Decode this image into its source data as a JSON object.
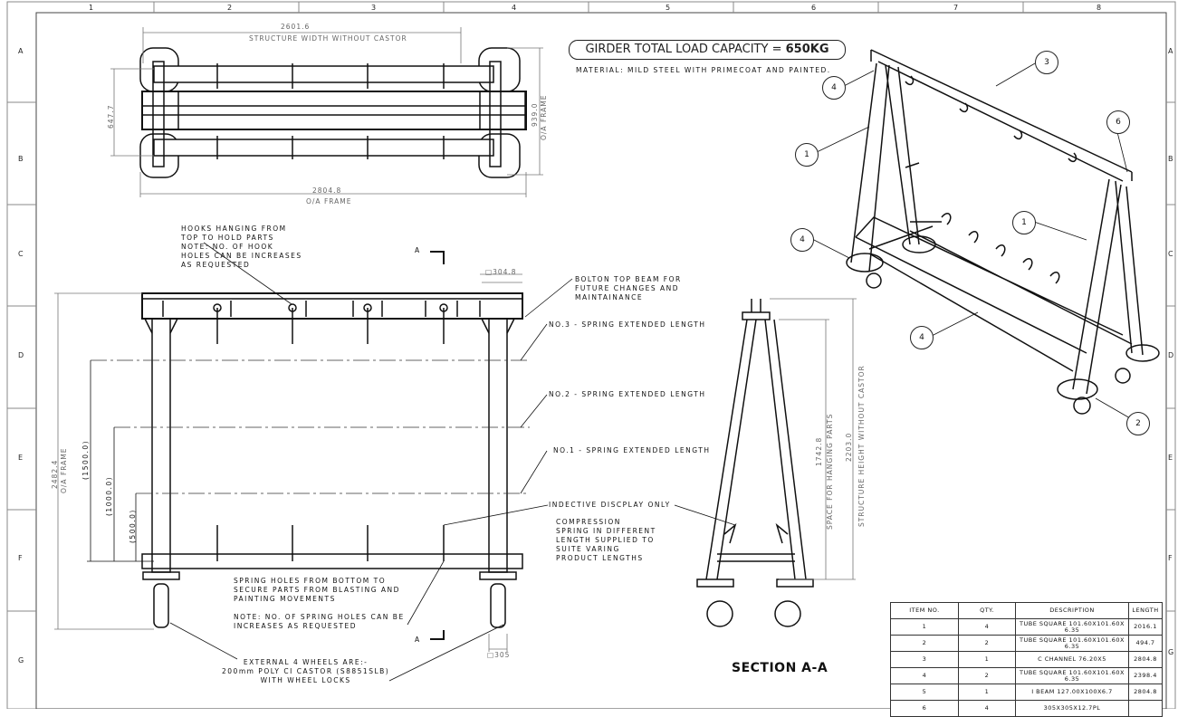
{
  "zones": {
    "columns": [
      "1",
      "2",
      "3",
      "4",
      "5",
      "6",
      "7",
      "8"
    ],
    "rows": [
      "A",
      "B",
      "C",
      "D",
      "E",
      "F",
      "G"
    ]
  },
  "header": {
    "load_label": "GIRDER TOTAL LOAD CAPACITY =",
    "load_value": "650KG",
    "material": "MATERIAL: MILD STEEL WITH PRIMECOAT AND PAINTED."
  },
  "top_view": {
    "width_dim": "2601.6",
    "width_label": "STRUCTURE WIDTH WITHOUT CASTOR",
    "frame_dim": "2804.8",
    "frame_label": "O/A FRAME",
    "depth_dim": "647.7",
    "depth_frame_dim": "939.0",
    "depth_frame_label": "O/A FRAME"
  },
  "front_view": {
    "height_dim": "2482.4",
    "height_label": "O/A FRAME",
    "spring_dims": [
      "(1500.0)",
      "(1000.0)",
      "(500.0)"
    ],
    "beam_dim": "□304.8",
    "base_dim": "□305",
    "section_marker": "A",
    "notes": {
      "hooks": "HOOKS HANGING FROM\nTOP TO HOLD PARTS\nNOTE: NO. OF HOOK\nHOLES CAN BE INCREASES\nAS REQUESTED",
      "bolton": "BOLTON TOP BEAM FOR\nFUTURE CHANGES AND\nMAINTAINANCE",
      "spring3": "NO.3 - SPRING EXTENDED LENGTH",
      "spring2": "NO.2 - SPRING EXTENDED LENGTH",
      "spring1": "NO.1 - SPRING EXTENDED LENGTH",
      "indicative": "INDECTIVE DISCPLAY ONLY",
      "compression": "COMPRESSION\nSPRING IN DIFFERENT\nLENGTH SUPPLIED TO\nSUITE VARING\nPRODUCT LENGTHS",
      "spring_holes": "SPRING HOLES FROM BOTTOM TO\nSECURE PARTS FROM BLASTING AND\nPAINTING MOVEMENTS",
      "spring_holes_note": "NOTE: NO. OF SPRING HOLES CAN BE\nINCREASES AS REQUESTED",
      "wheels": "EXTERNAL 4 WHEELS ARE:-\n200mm POLY CI CASTOR (S8851SLB)\nWITH WHEEL LOCKS"
    }
  },
  "section_view": {
    "title": "SECTION A-A",
    "space_dim": "1742.8",
    "space_label": "SPACE FOR HANGING PARTS",
    "height_dim": "2203.0",
    "height_label": "STRUCTURE HEIGHT WITHOUT CASTOR"
  },
  "iso_balloons": [
    "3",
    "4",
    "1",
    "6",
    "1",
    "4",
    "4",
    "2"
  ],
  "bom": {
    "headers": [
      "ITEM NO.",
      "QTY.",
      "DESCRIPTION",
      "LENGTH"
    ],
    "rows": [
      {
        "item": "1",
        "qty": "4",
        "desc": "TUBE SQUARE 101.60X101.60X 6.35",
        "length": "2016.1"
      },
      {
        "item": "2",
        "qty": "2",
        "desc": "TUBE SQUARE 101.60X101.60X 6.35",
        "length": "494.7"
      },
      {
        "item": "3",
        "qty": "1",
        "desc": "C CHANNEL 76.20X5",
        "length": "2804.8"
      },
      {
        "item": "4",
        "qty": "2",
        "desc": "TUBE SQUARE 101.60X101.60X 6.35",
        "length": "2398.4"
      },
      {
        "item": "5",
        "qty": "1",
        "desc": "I BEAM 127.00X100X6.7",
        "length": "2804.8"
      },
      {
        "item": "6",
        "qty": "4",
        "desc": "305X305X12.7PL",
        "length": ""
      }
    ]
  }
}
